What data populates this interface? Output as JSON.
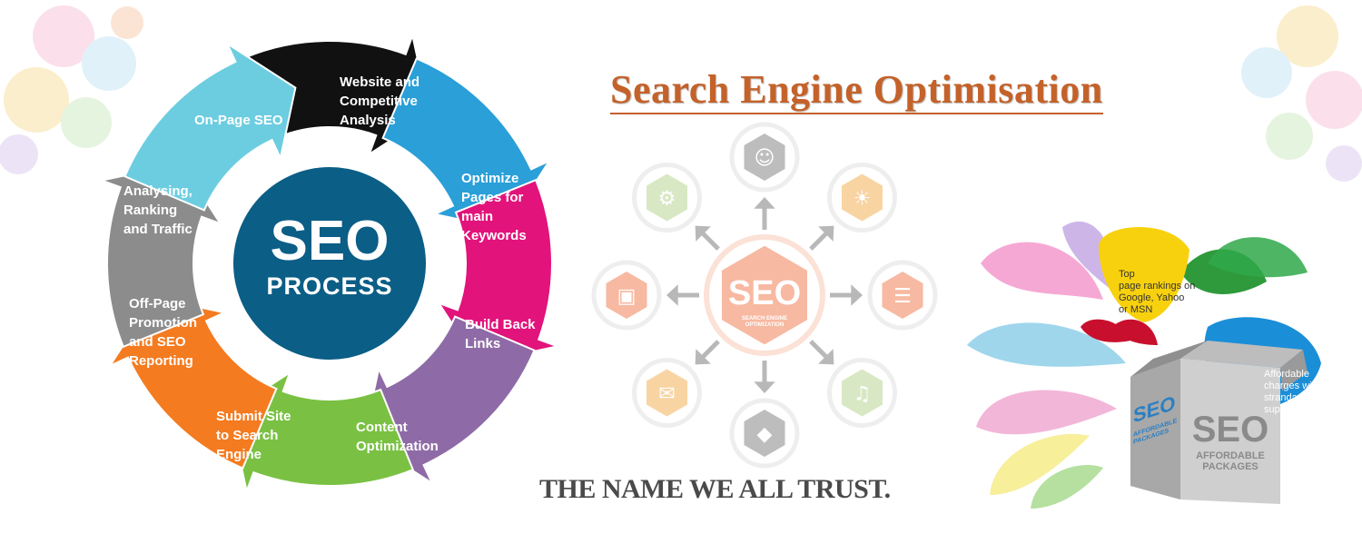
{
  "title": "Search Engine Optimisation",
  "tagline": "THE NAME WE ALL TRUST.",
  "cycle": {
    "center_line1": "SEO",
    "center_line2": "PROCESS",
    "steps": [
      {
        "label": "Website and\nCompetitive\nAnalysis",
        "color": "#111111"
      },
      {
        "label": "Optimize\nPages for\nmain\nKeywords",
        "color": "#2a9fd8"
      },
      {
        "label": "Build Back\nLinks",
        "color": "#e2137b"
      },
      {
        "label": "Content\nOptimization",
        "color": "#8e6ba6"
      },
      {
        "label": "Submit Site\nto Search\nEngine",
        "color": "#7ac143"
      },
      {
        "label": "Off-Page\nPromotion\nand SEO\nReporting",
        "color": "#f47b20"
      },
      {
        "label": "Analysing,\nRanking\nand Traffic",
        "color": "#8c8c8c"
      },
      {
        "label": "On-Page SEO",
        "color": "#6ccde0"
      }
    ]
  },
  "hub": {
    "center_line1": "SEO",
    "center_line2": "SEARCH ENGINE\nOPTIMIZATION",
    "nodes": [
      {
        "icon": "users-icon"
      },
      {
        "icon": "lightbulb-icon"
      },
      {
        "icon": "sitemap-icon"
      },
      {
        "icon": "megaphone-icon"
      },
      {
        "icon": "tag-icon"
      },
      {
        "icon": "envelope-icon"
      },
      {
        "icon": "presentation-chart-icon"
      },
      {
        "icon": "gear-icon"
      }
    ]
  },
  "box": {
    "bubble_yellow": "Top\npage rankings on\nGoogle, Yahoo\nor MSN",
    "bubble_blue": "Affordable\ncharges with\nstrandard seo\nsupport",
    "front_line1": "SEO",
    "front_line2": "AFFORDABLE\nPACKAGES",
    "side_text": "SEO",
    "side_small": "AFFORDABLE\nPACKAGES"
  },
  "colors": {
    "title": "#c4622a",
    "cycle_center": "#0b5e86",
    "hub_peach": "#f7b9a1",
    "tagline": "#4a4a4a"
  }
}
